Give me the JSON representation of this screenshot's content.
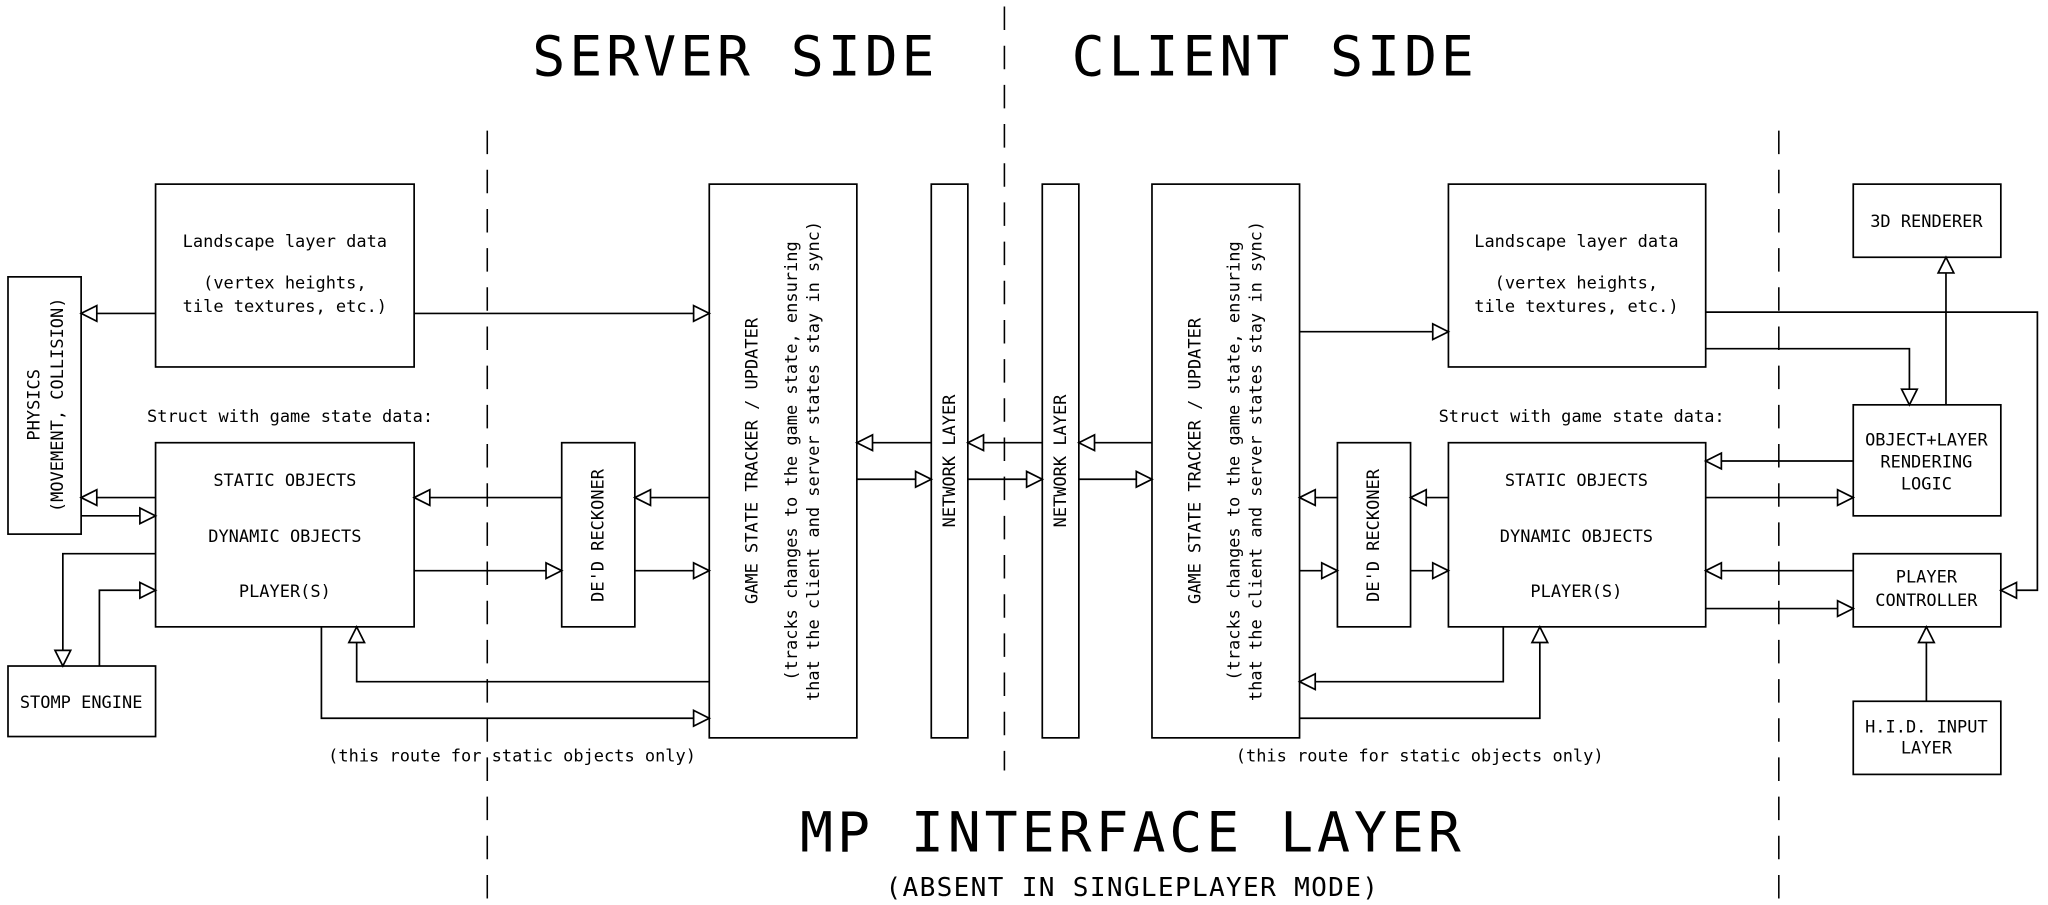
{
  "titles": {
    "server_side": "SERVER SIDE",
    "client_side": "CLIENT SIDE",
    "mp_interface": "MP INTERFACE LAYER",
    "mp_interface_note": "(ABSENT IN SINGLEPLAYER MODE)"
  },
  "server": {
    "landscape": {
      "title": "Landscape layer data",
      "detail_1": "(vertex heights,",
      "detail_2": "tile textures, etc.)"
    },
    "struct_label": "Struct with game state data:",
    "struct": {
      "static": "STATIC OBJECTS",
      "dynamic": "DYNAMIC OBJECTS",
      "players": "PLAYER(S)"
    },
    "physics": {
      "line_1": "PHYSICS",
      "line_2": "(MOVEMENT, COLLISION)"
    },
    "stomp": "STOMP ENGINE",
    "dead_reckoner": "DE'D RECKONER",
    "tracker": {
      "title": "GAME STATE TRACKER / UPDATER",
      "detail_1": "(tracks changes to the game state, ensuring",
      "detail_2": "that the client and server states stay in sync)"
    },
    "network": "NETWORK LAYER",
    "route_note": "(this route for static objects only)"
  },
  "client": {
    "landscape": {
      "title": "Landscape layer data",
      "detail_1": "(vertex heights,",
      "detail_2": "tile textures, etc.)"
    },
    "struct_label": "Struct with game state data:",
    "struct": {
      "static": "STATIC OBJECTS",
      "dynamic": "DYNAMIC OBJECTS",
      "players": "PLAYER(S)"
    },
    "dead_reckoner": "DE'D RECKONER",
    "tracker": {
      "title": "GAME STATE TRACKER / UPDATER",
      "detail_1": "(tracks changes to the game state, ensuring",
      "detail_2": "that the client and server states stay in sync)"
    },
    "network": "NETWORK LAYER",
    "route_note": "(this route for static objects only)",
    "renderer": "3D RENDERER",
    "render_logic": {
      "line_1": "OBJECT+LAYER",
      "line_2": "RENDERING",
      "line_3": "LOGIC"
    },
    "player_controller": {
      "line_1": "PLAYER",
      "line_2": "CONTROLLER"
    },
    "hid": {
      "line_1": "H.I.D. INPUT",
      "line_2": "LAYER"
    }
  }
}
